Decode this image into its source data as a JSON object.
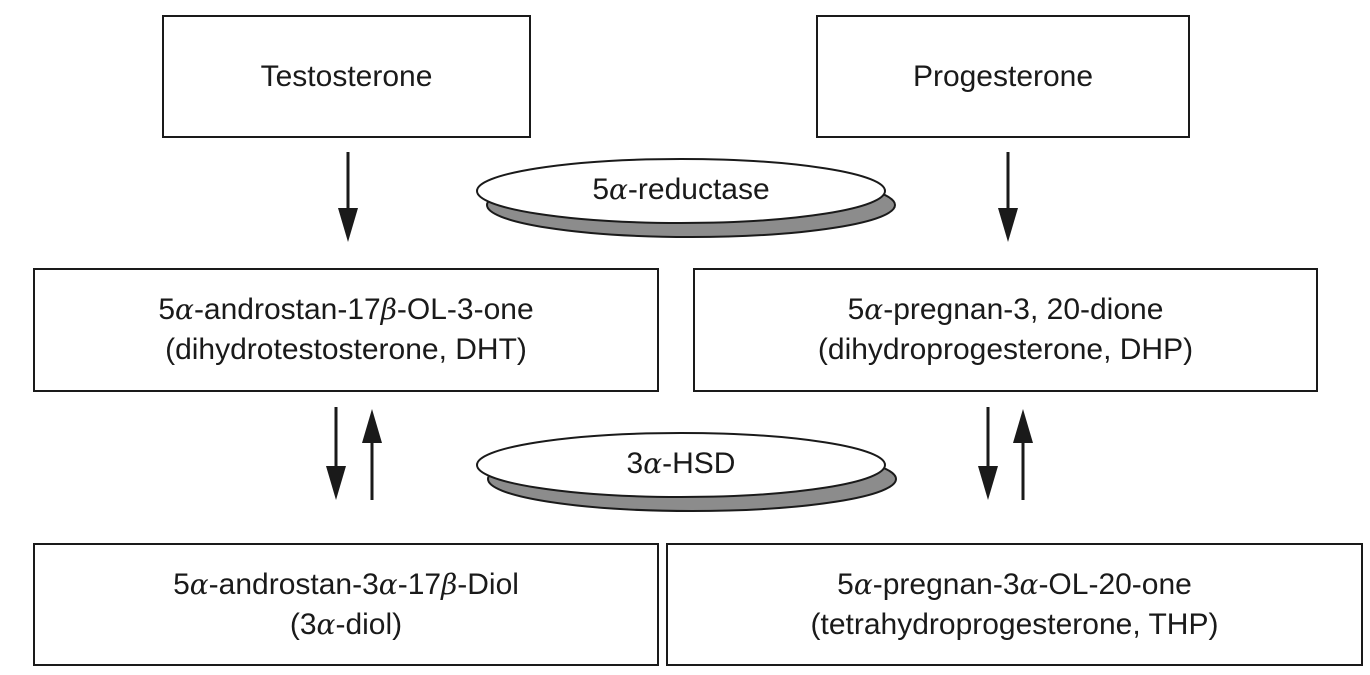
{
  "boxes": {
    "testosterone": {
      "line1": "Testosterone"
    },
    "progesterone": {
      "line1": "Progesterone"
    },
    "dht": {
      "line1_pre": "5",
      "line1_g1": "α",
      "line1_mid": "-androstan-17",
      "line1_g2": "β",
      "line1_post": "-OL-3-one",
      "line2": "(dihydrotestosterone, DHT)"
    },
    "dhp": {
      "line1_pre": "5",
      "line1_g1": "α",
      "line1_post": "-pregnan-3, 20-dione",
      "line2": "(dihydroprogesterone, DHP)"
    },
    "diol": {
      "line1_pre": "5",
      "line1_g1": "α",
      "line1_mid": "-androstan-3",
      "line1_g2": "α",
      "line1_mid2": "-17",
      "line1_g3": "β",
      "line1_post": "-Diol",
      "line2_pre": "(3",
      "line2_g1": "α",
      "line2_post": "-diol)"
    },
    "thp": {
      "line1_pre": "5",
      "line1_g1": "α",
      "line1_mid": "-pregnan-3",
      "line1_g2": "α",
      "line1_post": "-OL-20-one",
      "line2": "(tetrahydroprogesterone, THP)"
    }
  },
  "enzymes": {
    "reductase": {
      "pre": "5",
      "greek": "α",
      "post": "-reductase"
    },
    "hsd": {
      "pre": "3",
      "greek": "α",
      "post": "-HSD"
    }
  },
  "colors": {
    "stroke": "#1a1a1a",
    "shadow": "#8c8c8c",
    "background": "#ffffff"
  }
}
